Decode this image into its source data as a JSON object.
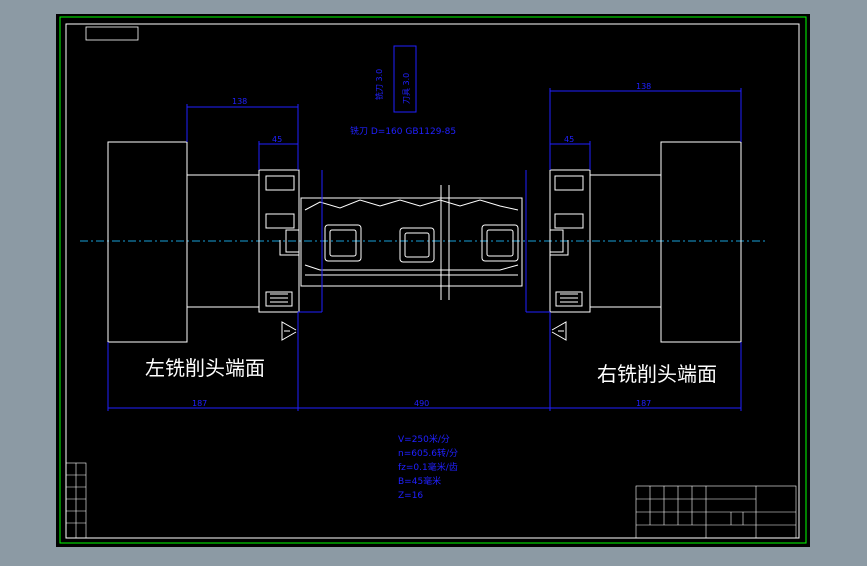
{
  "drawing": {
    "labels": {
      "left_face": "左铣削头端面",
      "right_face": "右铣削头端面",
      "cutter_spec": "铣刀 D=160   GB1129-85",
      "vertical_note_1": "铣刀 3.0",
      "vertical_note_2": "刀具 3.0"
    },
    "dimensions": {
      "top_left_138": "138",
      "top_right_138": "138",
      "left_45": "45",
      "right_45": "45",
      "bottom_left_187": "187",
      "bottom_center_490": "490",
      "bottom_right_187": "187"
    },
    "cutting_params": [
      "V=250米/分",
      "n=605.6转/分",
      "fz=0.1毫米/齿",
      "B=45毫米",
      "Z=16"
    ]
  },
  "colors": {
    "background": "#000000",
    "frame_outer": "#00ff00",
    "frame_inner": "#ffffff",
    "dimension": "#2020ff",
    "centerline": "#19a0d8",
    "text_main": "#ffffff"
  }
}
